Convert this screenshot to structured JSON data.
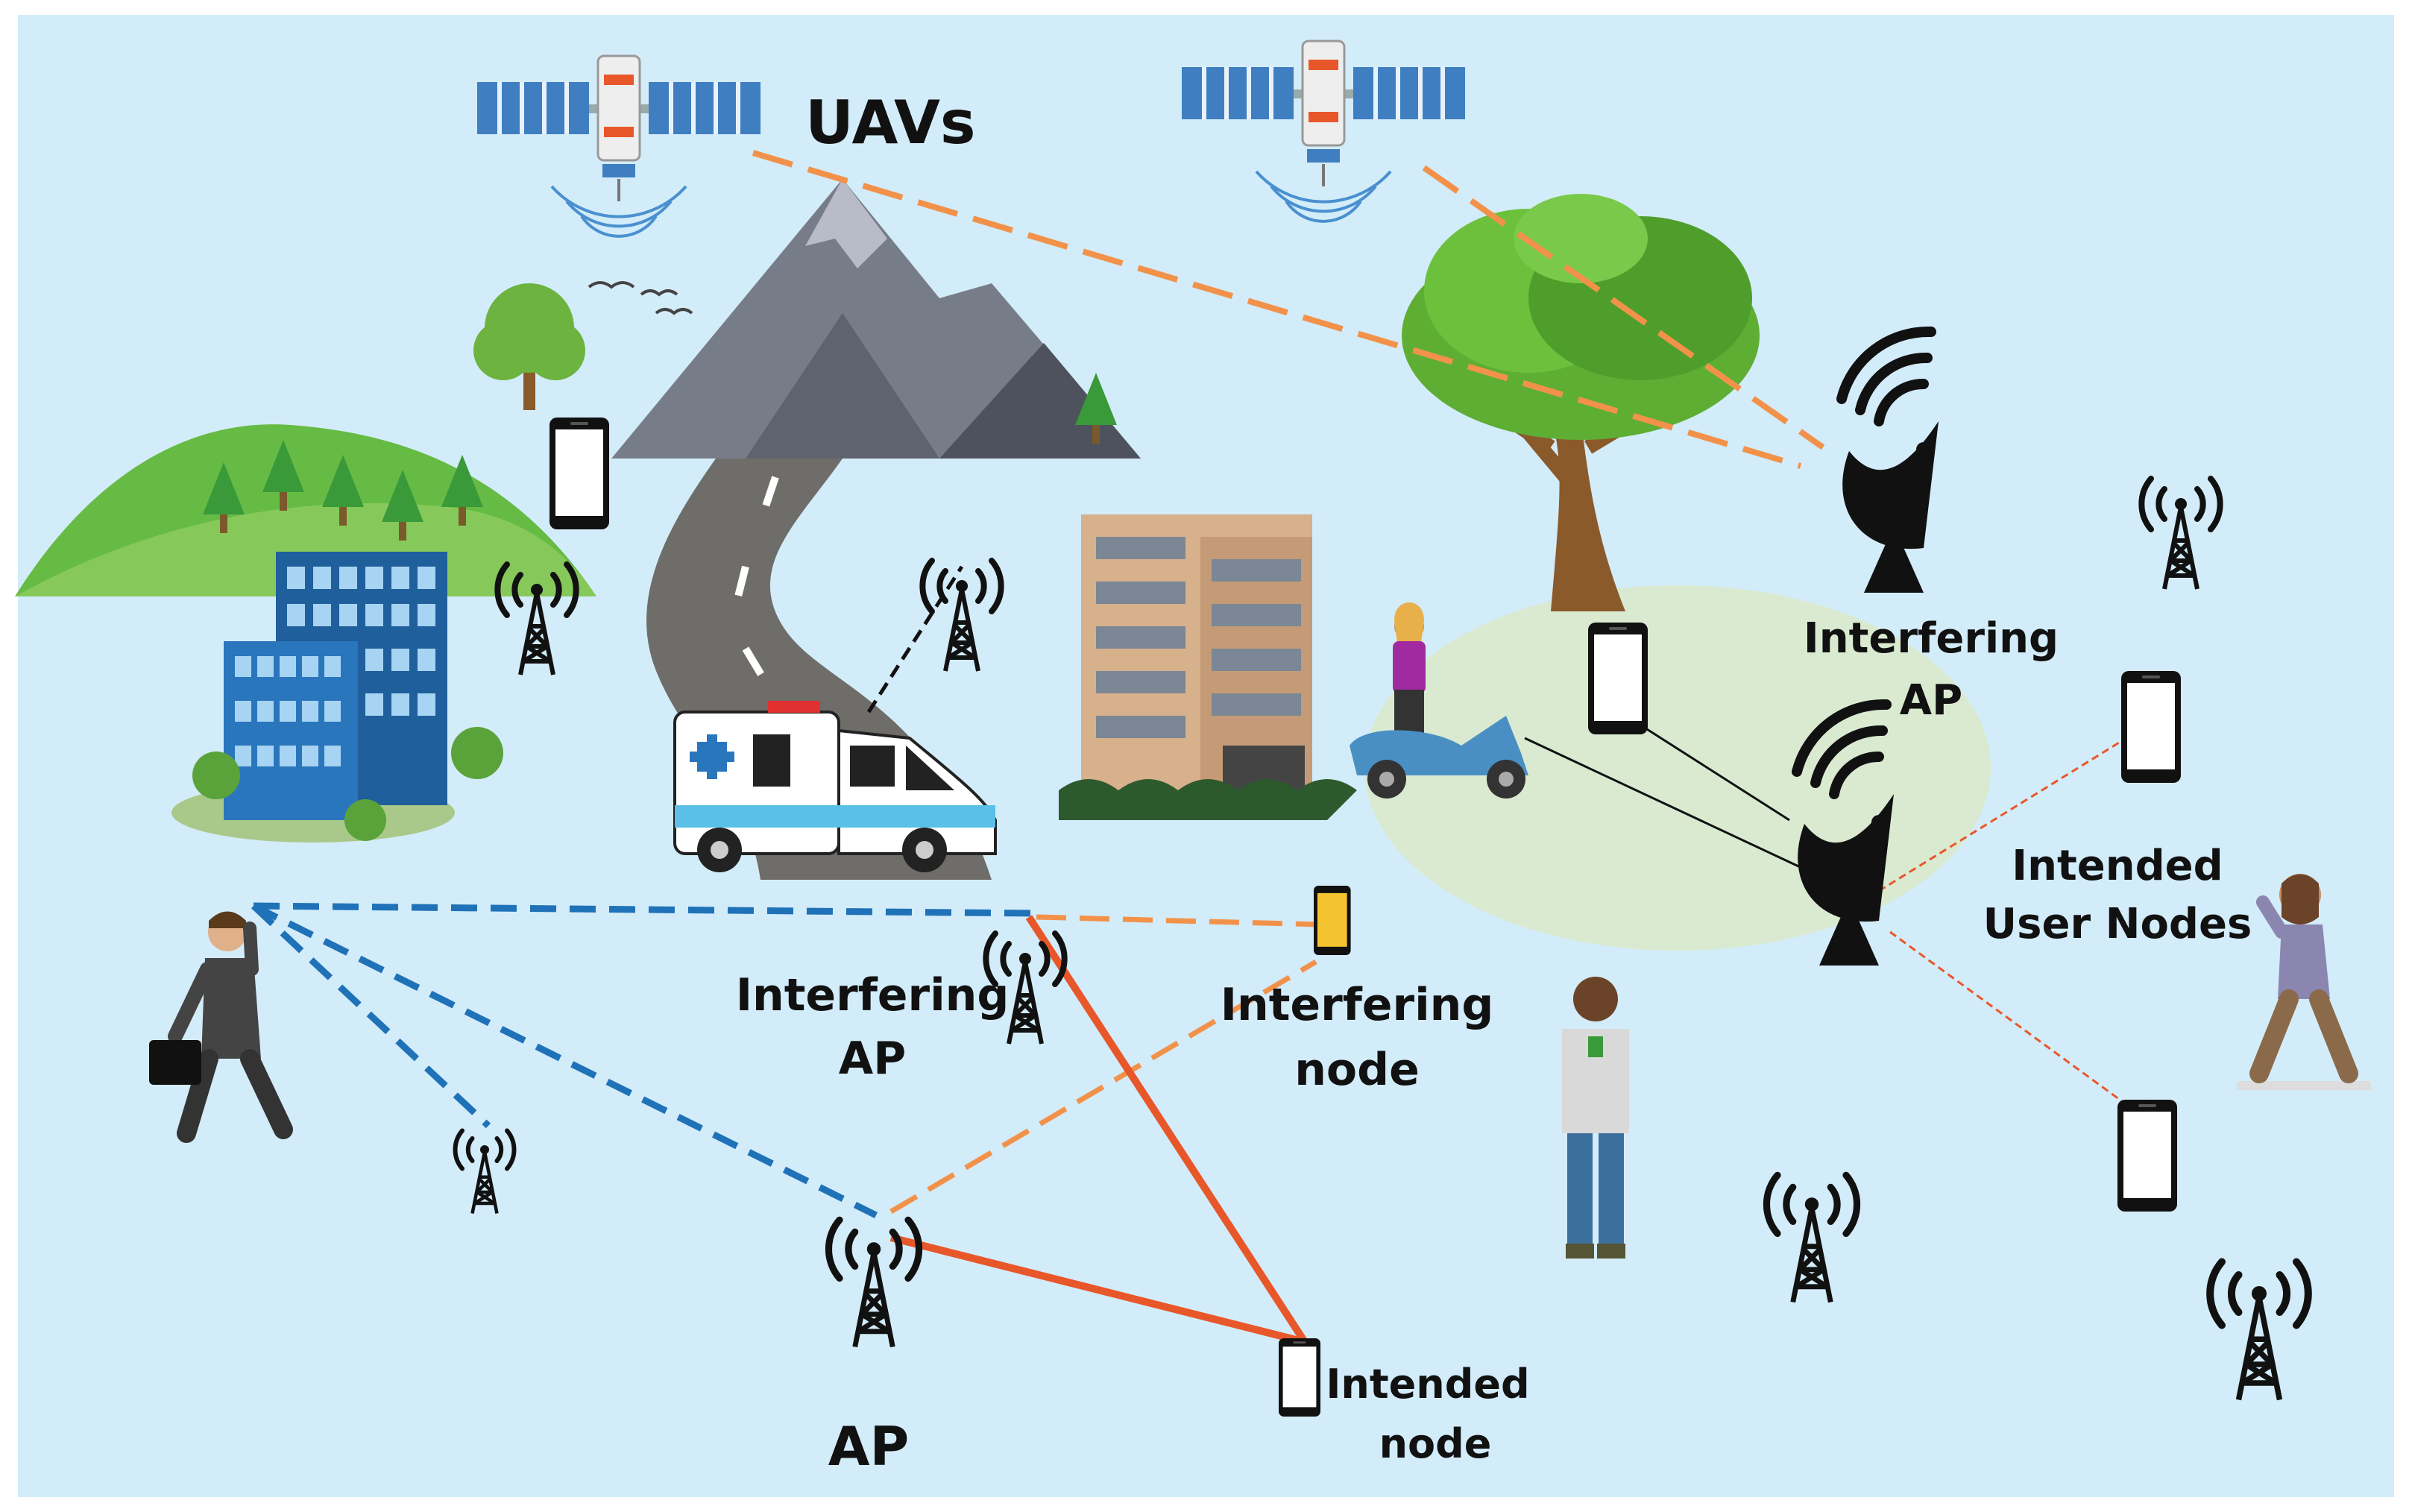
{
  "labels": {
    "uavs": "UAVs",
    "interfering_ap_right_1": "Interfering",
    "interfering_ap_right_2": "AP",
    "intended_user_nodes_1": "Intended",
    "intended_user_nodes_2": "User Nodes",
    "interfering_ap_center_1": "Interfering",
    "interfering_ap_center_2": "AP",
    "interfering_node_1": "Interfering",
    "interfering_node_2": "node",
    "ap": "AP",
    "intended_node_1": "Intended",
    "intended_node_2": "node"
  },
  "colors": {
    "sky": "#d3ecf9",
    "orange_dash": "#f2924a",
    "red_link": "#e8572a",
    "blue_dash": "#1f72b8",
    "green_ellipse": "#d9ead1",
    "red_thin_dash": "#e8572a"
  }
}
